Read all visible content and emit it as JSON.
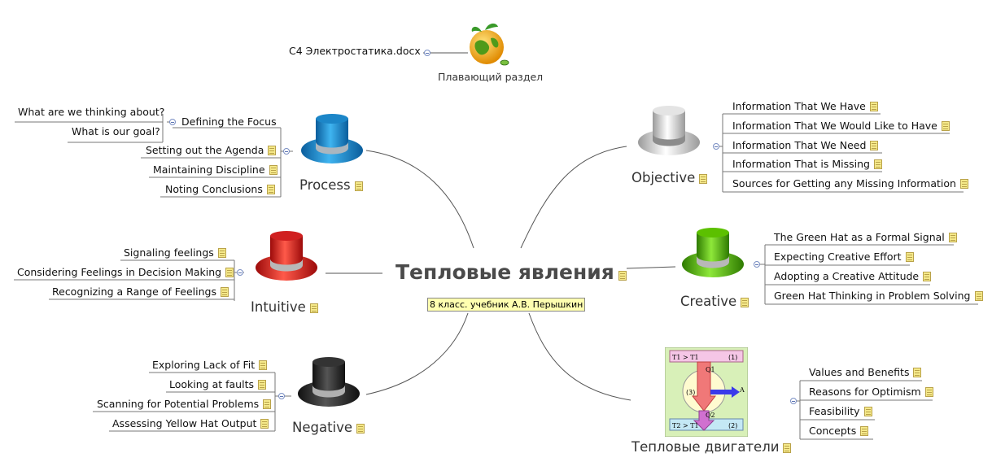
{
  "central": {
    "title": "Тепловые явления",
    "subtitle": "8 класс. учебник А.В. Перышкин"
  },
  "floating": {
    "label": "Плавающий раздел",
    "attachment": "С4 Электростатика.docx"
  },
  "hats": {
    "process": {
      "label": "Process",
      "color": "#1a8fd0",
      "children": [
        "Defining the Focus",
        "Setting out the Agenda",
        "Maintaining Discipline",
        "Noting Conclusions"
      ],
      "focus_children": [
        "What are we thinking about?",
        "What is our goal?"
      ]
    },
    "intuitive": {
      "label": "Intuitive",
      "color": "#e02020",
      "children": [
        "Signaling feelings",
        "Considering Feelings in Decision Making",
        "Recognizing a Range of Feelings"
      ]
    },
    "negative": {
      "label": "Negative",
      "color": "#222222",
      "children": [
        "Exploring Lack of Fit",
        "Looking at faults",
        "Scanning for Potential Problems",
        "Assessing Yellow Hat Output"
      ]
    },
    "objective": {
      "label": "Objective",
      "color": "#e0e0e0",
      "children": [
        "Information That We Have",
        "Information That We Would Like to Have",
        "Information That We Need",
        "Information That is Missing",
        "Sources for Getting any Missing Information"
      ]
    },
    "creative": {
      "label": "Creative",
      "color": "#55b800",
      "children": [
        "The Green Hat as a Formal Signal",
        "Expecting Creative Effort",
        "Adopting a Creative Attitude",
        "Green Hat Thinking in Problem Solving"
      ]
    },
    "engines": {
      "label": "Тепловые двигатели",
      "children": [
        "Values and Benefits",
        "Reasons for Optimism",
        "Feasibility",
        "Concepts"
      ],
      "diagram": {
        "top_label": "T1 > T1",
        "top_num": "(1)",
        "bottom_label": "T2 > T1",
        "bottom_num": "(2)",
        "mid_num": "(3)",
        "q1": "Q1",
        "q2": "Q2",
        "arrow": "A"
      }
    }
  }
}
